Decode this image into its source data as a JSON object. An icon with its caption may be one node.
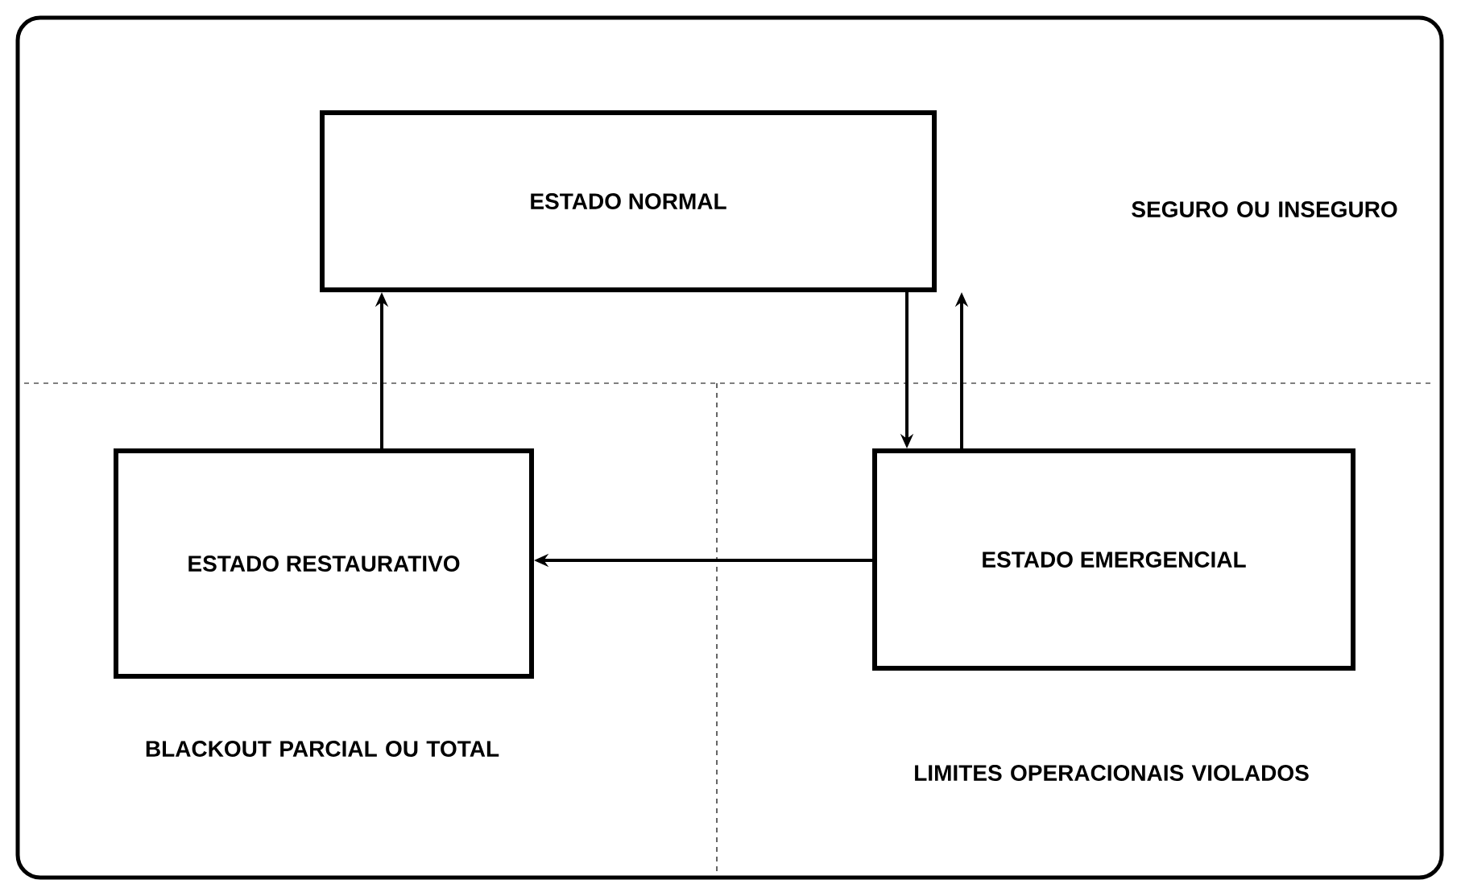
{
  "diagram": {
    "nodes": [
      {
        "text": [
          "ESTADO NORMAL"
        ]
      },
      {
        "text": [
          "ESTADO RESTAURATIVO"
        ]
      },
      {
        "text": [
          "ESTADO EMERGENCIAL"
        ]
      }
    ],
    "edges": [
      {
        "from": 1,
        "to": 0,
        "arrow": "to"
      },
      {
        "from": 0,
        "to": 2,
        "arrow": "to"
      },
      {
        "from": 2,
        "to": 0,
        "arrow": "to"
      },
      {
        "from": 2,
        "to": 1,
        "arrow": "to"
      }
    ],
    "labels": [
      "SEGURO OU INSEGURO",
      "BLACKOUT PARCIAL OU TOTAL",
      "LIMITES OPERACIONAIS VIOLADOS"
    ]
  }
}
